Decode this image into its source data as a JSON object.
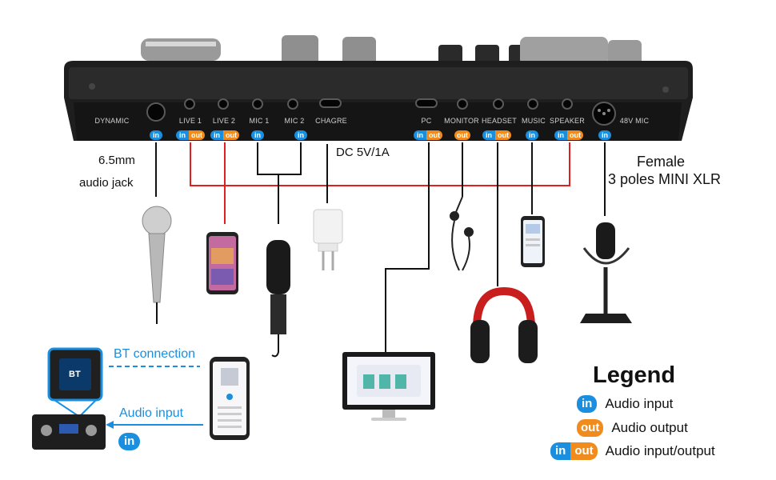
{
  "panel": {
    "ports": [
      {
        "label": "DYNAMIC",
        "badge": "in"
      },
      {
        "label": "LIVE 1",
        "badge": "inout"
      },
      {
        "label": "LIVE 2",
        "badge": "inout"
      },
      {
        "label": "MIC 1",
        "badge": "in"
      },
      {
        "label": "MIC 2",
        "badge": "in"
      },
      {
        "label": "CHAGRE",
        "badge": ""
      },
      {
        "label": "PC",
        "badge": "inout"
      },
      {
        "label": "MONITOR",
        "badge": "out"
      },
      {
        "label": "HEADSET",
        "badge": "inout"
      },
      {
        "label": "MUSIC",
        "badge": "in"
      },
      {
        "label": "SPEAKER",
        "badge": "inout"
      },
      {
        "label": "48V MIC",
        "badge": "in"
      }
    ]
  },
  "badges": {
    "in": "in",
    "out": "out"
  },
  "captions": {
    "jack_line1": "6.5mm",
    "jack_line2": "audio jack",
    "dc": "DC 5V/1A",
    "xlr_line1": "Female",
    "xlr_line2": "3 poles MINI XLR"
  },
  "connections": {
    "bt": "BT connection",
    "audio_input": "Audio input",
    "audio_input_badge": "in",
    "bt_screen": "BT"
  },
  "legend": {
    "title": "Legend",
    "items": [
      {
        "kind": "in",
        "text": "Audio input"
      },
      {
        "kind": "out",
        "text": "Audio output"
      },
      {
        "kind": "inout",
        "text": "Audio input/output"
      }
    ]
  },
  "colors": {
    "in": "#1a8fe0",
    "out": "#f08c1e",
    "red_wire": "#e02020",
    "panel": "#1c1c1c"
  }
}
